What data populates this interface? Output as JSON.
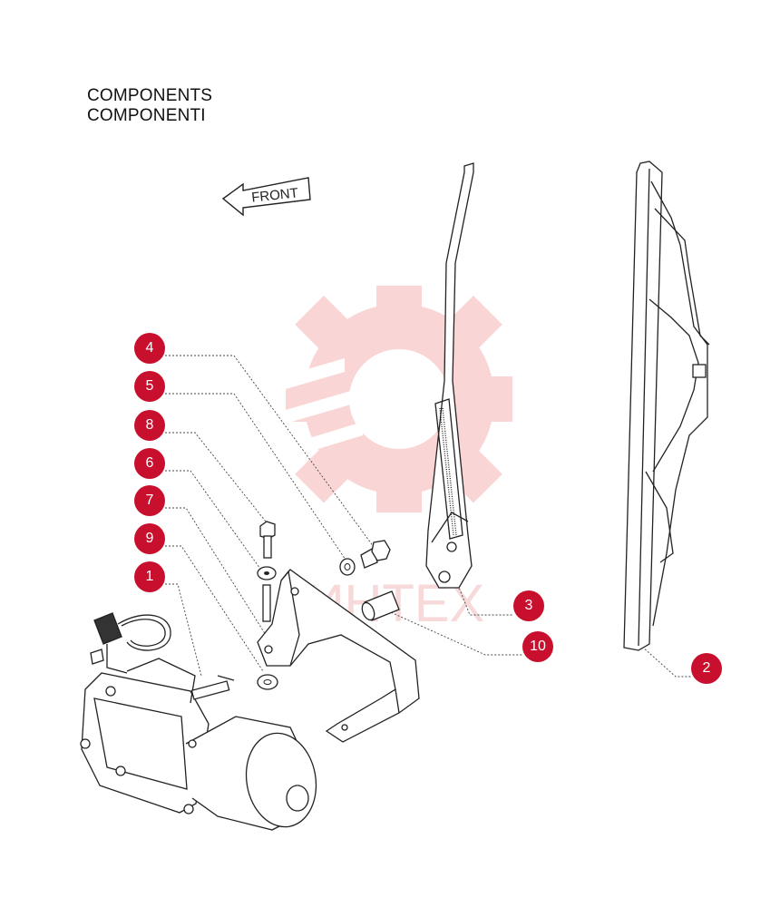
{
  "header": {
    "title_en": "COMPONENTS",
    "title_it": "COMPONENTI"
  },
  "direction_arrow": {
    "label": "FRONT"
  },
  "watermark": {
    "text": "ИНТЕХ",
    "color": "#f5a3a3"
  },
  "accent_color": "#c8102e",
  "callouts": [
    {
      "id": "c4",
      "label": "4"
    },
    {
      "id": "c5",
      "label": "5"
    },
    {
      "id": "c8",
      "label": "8"
    },
    {
      "id": "c6",
      "label": "6"
    },
    {
      "id": "c7",
      "label": "7"
    },
    {
      "id": "c9",
      "label": "9"
    },
    {
      "id": "c1",
      "label": "1"
    },
    {
      "id": "c3",
      "label": "3"
    },
    {
      "id": "c10",
      "label": "10"
    },
    {
      "id": "c2",
      "label": "2"
    }
  ]
}
